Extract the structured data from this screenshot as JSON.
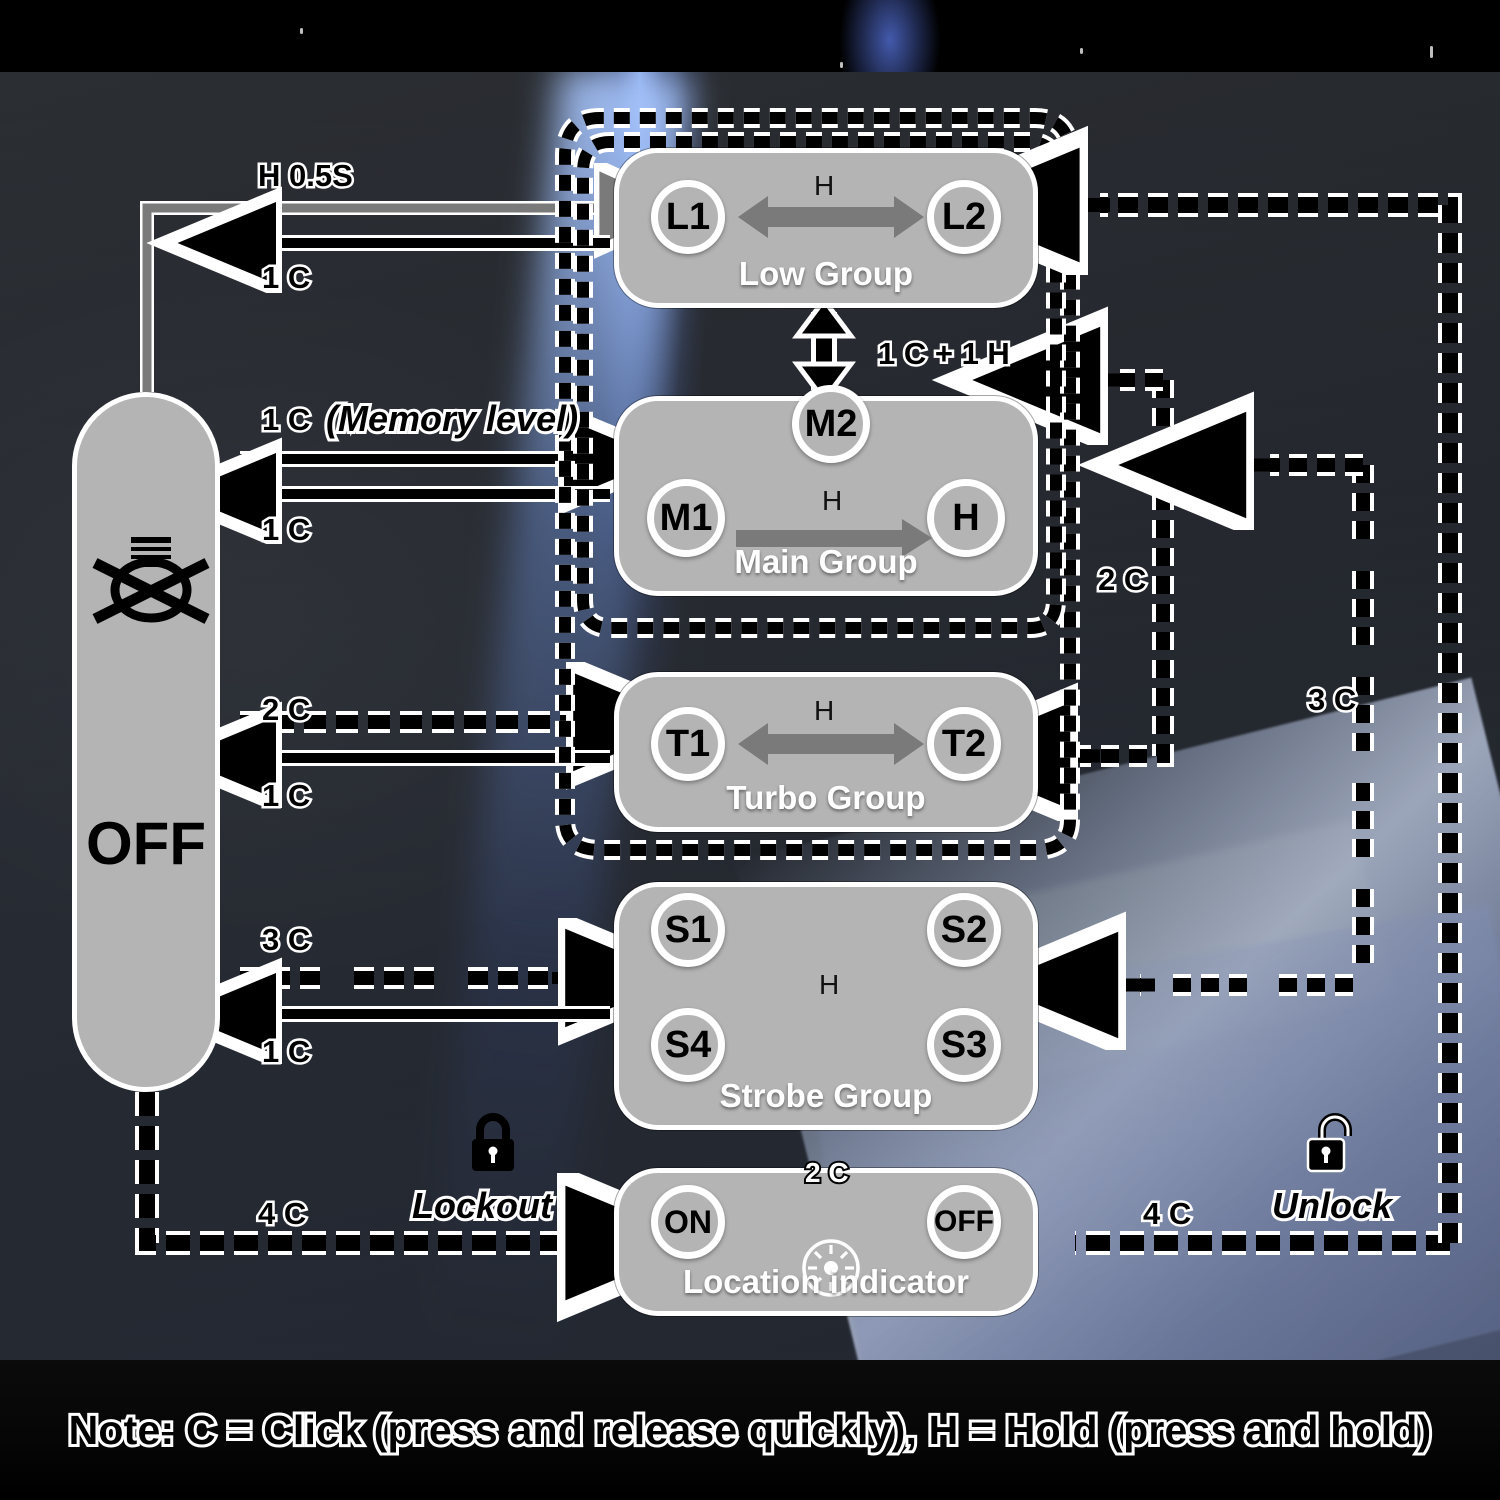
{
  "note": "Note: C = Click (press and release quickly), H = Hold (press and hold)",
  "off": {
    "label": "OFF",
    "icon": "crossed-bulb-icon"
  },
  "groups": {
    "low": {
      "title": "Low Group",
      "nodes": [
        "L1",
        "L2"
      ],
      "transition": "H"
    },
    "main": {
      "title": "Main Group",
      "nodes": [
        "M2",
        "M1",
        "H"
      ],
      "transition": "H"
    },
    "turbo": {
      "title": "Turbo Group",
      "nodes": [
        "T1",
        "T2"
      ],
      "transition": "H"
    },
    "strobe": {
      "title": "Strobe Group",
      "nodes": [
        "S1",
        "S2",
        "S3",
        "S4"
      ],
      "transition": "H"
    },
    "location": {
      "title": "Location indicator",
      "nodes": [
        "ON",
        "OFF"
      ],
      "transition": "2 C",
      "icon": "brightness-indicator-icon"
    }
  },
  "edges": {
    "off_to_low": "H 0.5S",
    "low_to_off": "1 C",
    "off_to_main": "1 C",
    "off_to_main_note": "(Memory level)",
    "main_to_off": "1 C",
    "low_main_swap": "1 C + 1 H",
    "off_to_turbo": "2 C",
    "turbo_to_off": "1 C",
    "off_to_strobe": "3 C",
    "strobe_to_off": "1 C",
    "right_two_click": "2 C",
    "right_three_click": "3 C",
    "lockout_clicks": "4 C",
    "lockout_label": "Lockout",
    "lockout_icon": "lock-closed-icon",
    "unlock_clicks": "4 C",
    "unlock_label": "Unlock",
    "unlock_icon": "lock-open-icon"
  },
  "colors": {
    "box_fill": "#b4b4b4",
    "box_border": "#ffffff",
    "arrow_gray": "#7a7a7a",
    "arrow_black": "#000000",
    "text_outline": "#ffffff"
  }
}
